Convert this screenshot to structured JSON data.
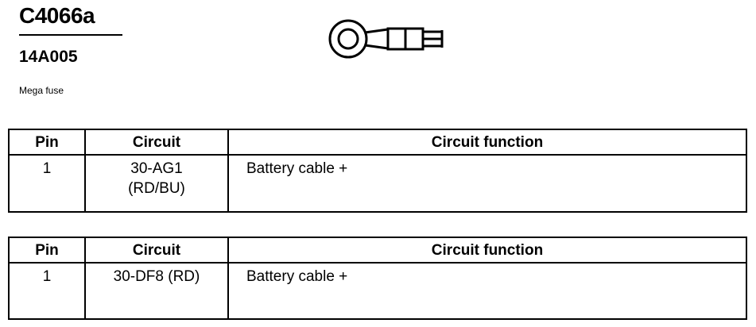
{
  "header": {
    "connector_id": "C4066a",
    "part_number": "14A005",
    "description": "Mega fuse"
  },
  "terminal_icon": "ring-terminal-icon",
  "tables": [
    {
      "columns": [
        "Pin",
        "Circuit",
        "Circuit function"
      ],
      "rows": [
        {
          "pin": "1",
          "circuit": [
            "30-AG1",
            "(RD/BU)"
          ],
          "function": "Battery cable +"
        }
      ]
    },
    {
      "columns": [
        "Pin",
        "Circuit",
        "Circuit function"
      ],
      "rows": [
        {
          "pin": "1",
          "circuit": [
            "30-DF8 (RD)"
          ],
          "function": "Battery cable +"
        }
      ]
    }
  ]
}
